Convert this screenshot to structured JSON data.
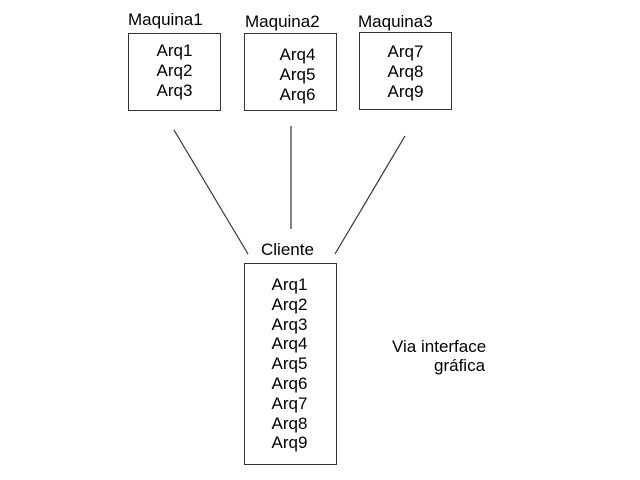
{
  "machines": [
    {
      "name": "Maquina1",
      "files": [
        "Arq1",
        "Arq2",
        "Arq3"
      ]
    },
    {
      "name": "Maquina2",
      "files": [
        "Arq4",
        "Arq5",
        "Arq6"
      ]
    },
    {
      "name": "Maquina3",
      "files": [
        "Arq7",
        "Arq8",
        "Arq9"
      ]
    }
  ],
  "client": {
    "name": "Cliente",
    "files": [
      "Arq1",
      "Arq2",
      "Arq3",
      "Arq4",
      "Arq5",
      "Arq6",
      "Arq7",
      "Arq8",
      "Arq9"
    ]
  },
  "note": {
    "line1": "Via interface",
    "line2": "gráfica"
  }
}
